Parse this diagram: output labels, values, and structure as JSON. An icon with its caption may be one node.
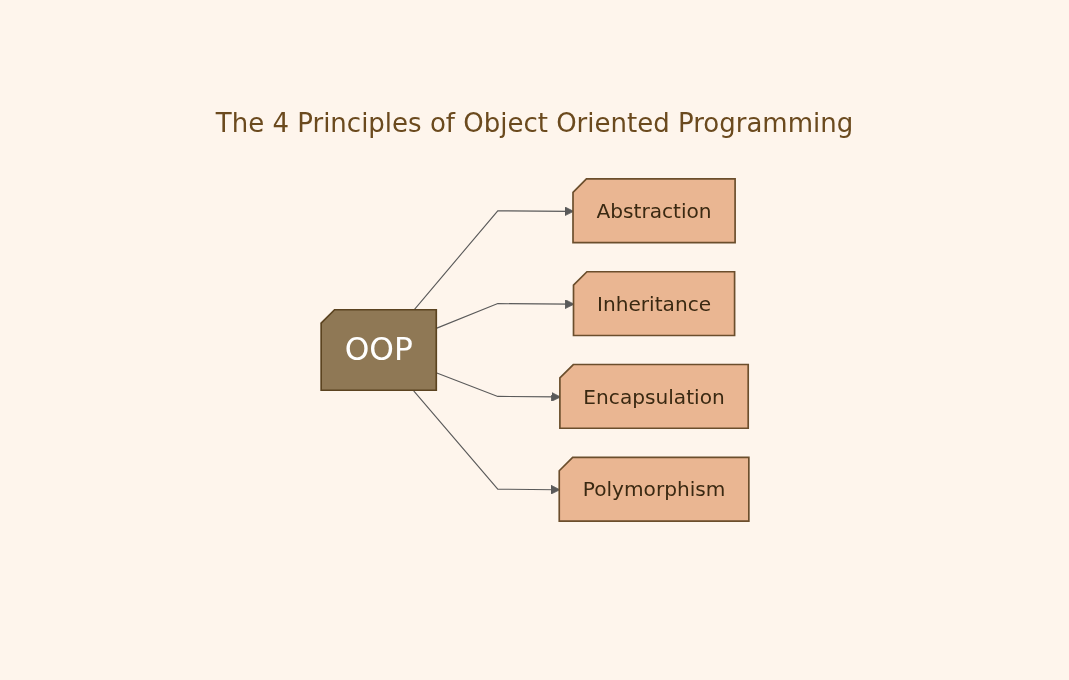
{
  "diagram": {
    "title": "The 4 Principles of Object Oriented Programming",
    "nodes": [
      {
        "text": [
          "Abstraction"
        ]
      },
      {
        "text": [
          "Inheritance"
        ]
      },
      {
        "text": [
          "OOP"
        ]
      },
      {
        "text": [
          "Encapsulation"
        ]
      },
      {
        "text": [
          "Polymorphism"
        ]
      }
    ],
    "edges": [
      {
        "from": 2,
        "to": 0,
        "arrow": "to"
      },
      {
        "from": 2,
        "to": 1,
        "arrow": "to"
      },
      {
        "from": 2,
        "to": 3,
        "arrow": "to"
      },
      {
        "from": 2,
        "to": 4,
        "arrow": "to"
      }
    ]
  }
}
